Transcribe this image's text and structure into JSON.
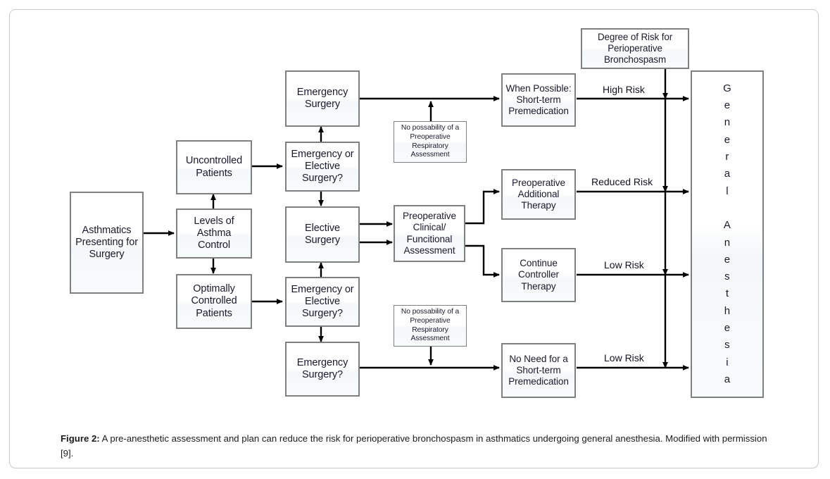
{
  "figure": {
    "caption_label": "Figure 2",
    "caption_separator": ":",
    "caption_text": " A pre-anesthetic assessment and plan can reduce the risk for perioperative bronchospasm in asthmatics undergoing general anesthesia. Modified with permission [9]."
  },
  "colors": {
    "box_border": "#808080",
    "box_fill": "#fbfdfe",
    "text": "#1a1a2e",
    "connector": "#000000",
    "frame_border": "#c9c9c9"
  },
  "nodes": {
    "asthmatics": "Asthmatics\nPresenting for\nSurgery",
    "uncontrolled": "Uncontrolled\nPatients",
    "levels": "Levels of\nAsthma\nControl",
    "optimally": "Optimally\nControlled\nPatients",
    "emergency_surgery_top": "Emergency\nSurgery",
    "emerg_or_elective_top": "Emergency or\nElective\nSurgery?",
    "elective_surgery": "Elective\nSurgery",
    "emerg_or_elective_bottom": "Emergency or\nElective\nSurgery?",
    "emergency_surgery_q": "Emergency\nSurgery?",
    "no_possibility_top": "No possability of a\nPreoperative\nRespiratory\nAssessment",
    "no_possibility_bottom": "No possability of a\nPreoperative\nRespiratory\nAssessment",
    "preop_assessment": "Preoperative\nClinical/\nFuncitional\nAssessment",
    "when_possible": "When Possible:\nShort-term\nPremedication",
    "preop_additional": "Preoperative\nAdditional\nTherapy",
    "continue_controller": "Continue\nController\nTherapy",
    "no_need": "No Need for a\nShort-term\nPremedication",
    "degree_of_risk": "Degree of Risk for\nPerioperative\nBronchospasm",
    "general_anesthesia": "G\ne\nn\ne\nr\na\nl\n \nA\nn\ne\ns\nt\nh\ne\ns\ni\na"
  },
  "edge_labels": {
    "high_risk": "High Risk",
    "reduced_risk": "Reduced Risk",
    "low_risk_middle": "Low Risk",
    "low_risk_bottom": "Low Risk"
  },
  "flow": {
    "type": "flowchart",
    "edges": [
      {
        "from": "asthmatics",
        "to": "levels"
      },
      {
        "from": "levels",
        "to": "uncontrolled"
      },
      {
        "from": "levels",
        "to": "optimally"
      },
      {
        "from": "uncontrolled",
        "to": "emerg_or_elective_top"
      },
      {
        "from": "optimally",
        "to": "emerg_or_elective_bottom"
      },
      {
        "from": "emerg_or_elective_top",
        "to": "emergency_surgery_top"
      },
      {
        "from": "emerg_or_elective_top",
        "to": "elective_surgery"
      },
      {
        "from": "emerg_or_elective_bottom",
        "to": "elective_surgery"
      },
      {
        "from": "emerg_or_elective_bottom",
        "to": "emergency_surgery_q"
      },
      {
        "from": "emergency_surgery_top",
        "to": "when_possible"
      },
      {
        "from": "no_possibility_top",
        "to": "emergency_surgery_top_to_when_possible_line"
      },
      {
        "from": "elective_surgery",
        "to": "preop_assessment"
      },
      {
        "from": "preop_assessment",
        "to": "preop_additional"
      },
      {
        "from": "preop_assessment",
        "to": "continue_controller"
      },
      {
        "from": "emergency_surgery_q",
        "to": "no_need"
      },
      {
        "from": "no_possibility_bottom",
        "to": "emergency_surgery_q_to_no_need_line"
      },
      {
        "from": "when_possible",
        "to": "general_anesthesia",
        "label": "High Risk"
      },
      {
        "from": "preop_additional",
        "to": "general_anesthesia",
        "label": "Reduced Risk"
      },
      {
        "from": "continue_controller",
        "to": "general_anesthesia",
        "label": "Low Risk"
      },
      {
        "from": "no_need",
        "to": "general_anesthesia",
        "label": "Low Risk"
      },
      {
        "from": "degree_of_risk",
        "to": "risk-levels-column"
      }
    ]
  }
}
